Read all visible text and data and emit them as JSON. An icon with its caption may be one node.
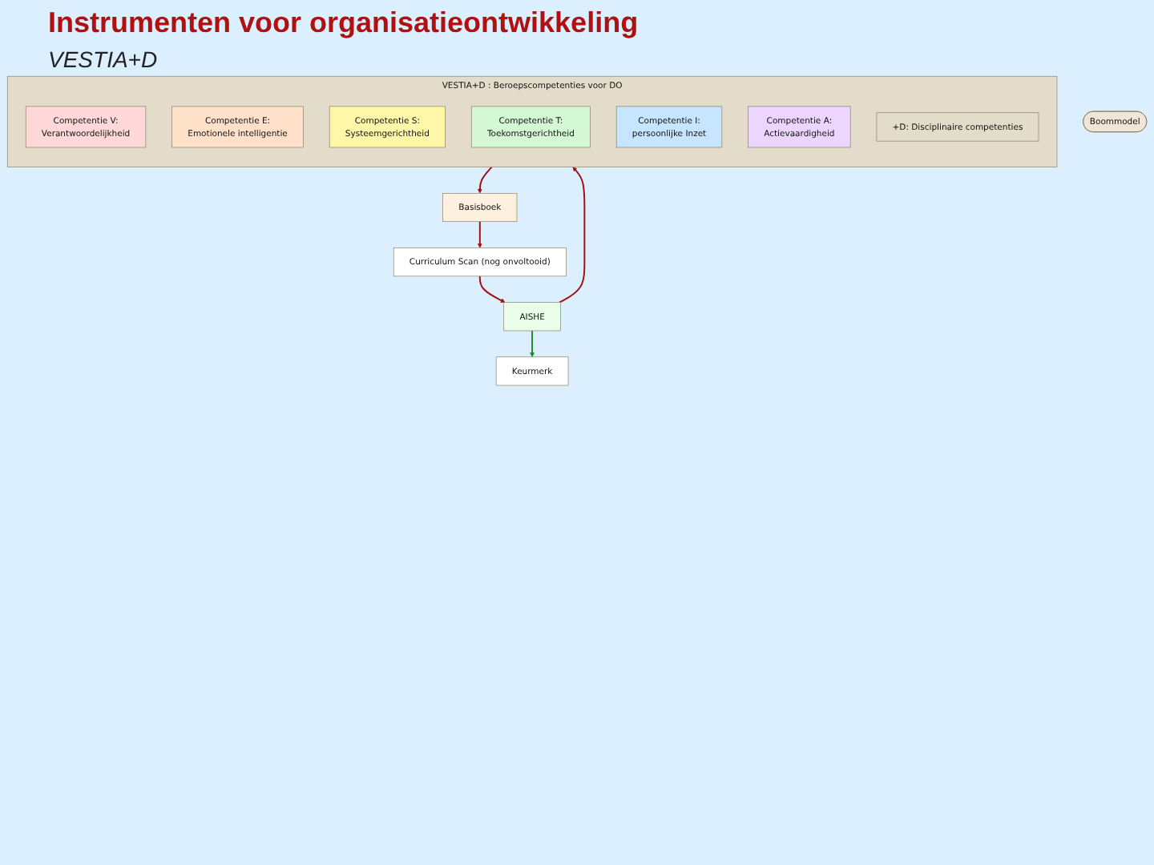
{
  "diagram": {
    "title": "Instrumenten voor organisatieontwikkeling",
    "nodes": [
      {
        "text": [
          "Curriculum Scan (nog onvoltooid)"
        ]
      },
      {
        "text": [
          "AISHE"
        ]
      },
      {
        "text": [
          "Boommodel"
        ]
      },
      {
        "text": [
          "Basisboek"
        ]
      },
      {
        "text": [
          "Keurmerk"
        ]
      },
      {
        "text": [
          "VESTIA+D : Beroepscompetenties voor DO"
        ],
        "beside": [
          "VESTIA+D"
        ]
      },
      {
        "text": [
          "Competentie V:",
          "Verantwoordelijkheid"
        ],
        "in": 5
      },
      {
        "text": [
          "Competentie E:",
          "Emotionele intelligentie"
        ],
        "in": 5
      },
      {
        "text": [
          "Competentie S:",
          "Systeemgerichtheid"
        ],
        "in": 5
      },
      {
        "text": [
          "Competentie T:",
          "Toekomstgerichtheid"
        ],
        "in": 5
      },
      {
        "text": [
          "Competentie I:",
          "persoonlijke Inzet"
        ],
        "in": 5
      },
      {
        "text": [
          "Competentie A:",
          "Actievaardigheid"
        ],
        "in": 5
      },
      {
        "text": [
          "+D: Disciplinaire competenties"
        ],
        "in": 5
      }
    ],
    "edges": [
      {
        "from": 3,
        "to": 0,
        "arrow": "to"
      },
      {
        "from": 0,
        "to": 1,
        "arrow": "to"
      },
      {
        "from": 1,
        "to": 5,
        "arrow": "to"
      },
      {
        "from": 1,
        "to": 4,
        "arrow": "to",
        "color": "#1e8a1e"
      },
      {
        "from": 5,
        "to": 3,
        "arrow": "to"
      }
    ]
  }
}
